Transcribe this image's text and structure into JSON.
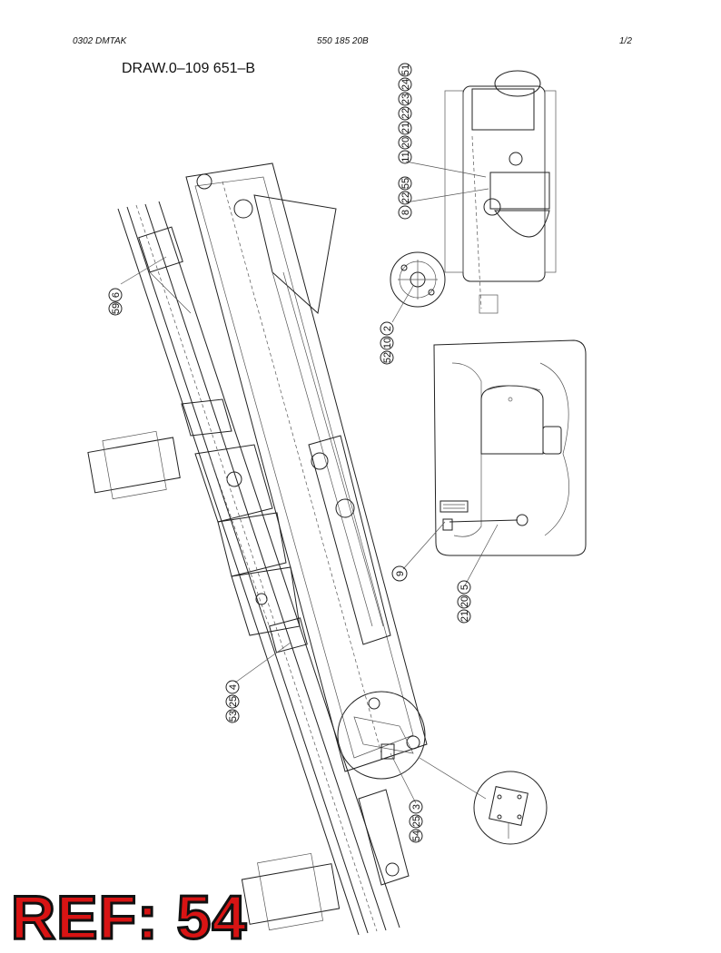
{
  "header": {
    "left": "0302   DMTAK",
    "middle": "550 185 20B",
    "right": "1/2"
  },
  "drawing_title": "DRAW.0–109 651–B",
  "ref_label": "REF: 54",
  "callouts": {
    "c596": [
      "59",
      "6"
    ],
    "c8225": [
      "8",
      "22",
      "55"
    ],
    "c_top": [
      "11",
      "20",
      "21",
      "22",
      "23",
      "24",
      "51"
    ],
    "c52102": [
      "52",
      "10",
      "2"
    ],
    "c9": [
      "9"
    ],
    "c21205": [
      "21",
      "20",
      "5"
    ],
    "c53254": [
      "53",
      "25",
      "4"
    ],
    "c54253": [
      "54",
      "25",
      "3"
    ]
  },
  "colors": {
    "ref_label": "#d81414",
    "line": "#222222"
  }
}
